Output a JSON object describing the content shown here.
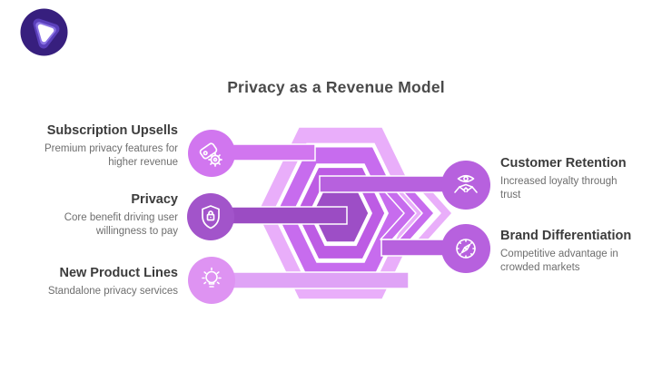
{
  "title": "Privacy as a Revenue Model",
  "items": {
    "left": [
      {
        "title": "Subscription Upsells",
        "desc": "Premium privacy features for higher revenue",
        "icon": "tag-gear-icon"
      },
      {
        "title": "Privacy",
        "desc": "Core benefit driving user willingness to pay",
        "icon": "shield-lock-icon"
      },
      {
        "title": "New Product Lines",
        "desc": "Standalone privacy services",
        "icon": "lightbulb-icon"
      }
    ],
    "right": [
      {
        "title": "Customer Retention",
        "desc": "Increased loyalty through trust",
        "icon": "eye-handshake-icon"
      },
      {
        "title": "Brand Differentiation",
        "desc": "Competitive advantage in crowded markets",
        "icon": "compass-icon"
      }
    ]
  },
  "colors": {
    "background": "#ffffff",
    "hex_light": "#e9aefa",
    "hex_bright": "#c76cee",
    "hex_mid": "#bd5ce4",
    "hex_dark": "#9d4ec6",
    "bar_subscription": "#d176ef",
    "bar_privacy": "#9b4cc3",
    "bar_newproduct": "#dfa3f6",
    "bar_right": "#b761de",
    "circle_subscription": "#d176ef",
    "circle_privacy": "#a254ca",
    "circle_newproduct": "#de93f2",
    "circle_right": "#b761de",
    "chevron_bright": "#c76cee",
    "chevron_light": "#e9aefa",
    "title_text": "#4a4a4a",
    "item_title_text": "#3c3c3c",
    "desc_text": "#6e6e6e",
    "logo_outer": "#371f7e",
    "logo_ring": "#5a3fbb",
    "logo_inner": "#8b74e4",
    "logo_center": "#ffffff"
  }
}
